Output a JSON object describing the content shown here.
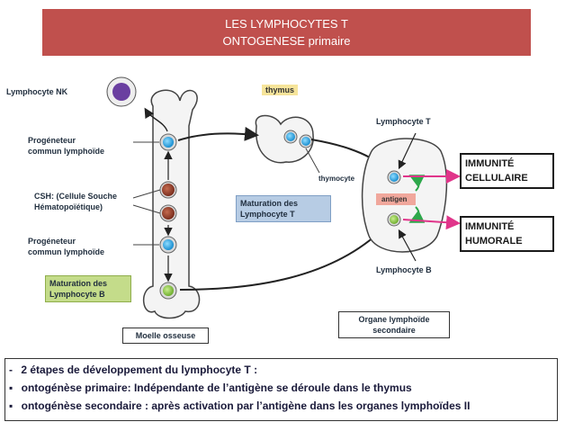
{
  "title": {
    "line1": "LES LYMPHOCYTES T",
    "line2": "ONTOGENESE primaire"
  },
  "labels": {
    "nk": "Lymphocyte NK",
    "progenitor_top_1": "Progéneteur",
    "progenitor_top_2": "commun lymphoïde",
    "csh_1": "CSH: (Cellule Souche",
    "csh_2": "Hématopoïétique)",
    "progenitor_bottom_1": "Progéneteur",
    "progenitor_bottom_2": "commun lymphoïde",
    "maturation_b_1": "Maturation des",
    "maturation_b_2": "Lymphocyte B",
    "moelle": "Moelle osseuse",
    "thymus": "thymus",
    "thymocyte": "thymocyte",
    "maturation_t_1": "Maturation des",
    "maturation_t_2": "Lymphocyte T",
    "lymphocyte_t": "Lymphocyte T",
    "antigen": "antigen",
    "lymphocyte_b": "Lymphocyte B",
    "organe_1": "Organe lymphoïde",
    "organe_2": "secondaire",
    "imm_cell_1": "IMMUNITÉ",
    "imm_cell_2": "CELLULAIRE",
    "imm_hum_1": "IMMUNITÉ",
    "imm_hum_2": "HUMORALE"
  },
  "bottom": {
    "line1_bullet": "-",
    "line1": "2 étapes de développement du  lymphocyte T :",
    "line2_bullet": "▪",
    "line2": "ontogénèse primaire: Indépendante de l’antigène se déroule dans le thymus",
    "line3_bullet": "▪",
    "line3": "ontogénèse  secondaire : après activation par l’antigène dans les organes lymphoïdes II"
  },
  "colors": {
    "title_bg": "#c0504d",
    "cell_blue": "#29a8e0",
    "cell_brown": "#8b3a2a",
    "cell_green": "#8cc63f",
    "cell_purple": "#6a3fa0",
    "arrow_magenta": "#e0358a",
    "arrow_green": "#2ea84b"
  }
}
